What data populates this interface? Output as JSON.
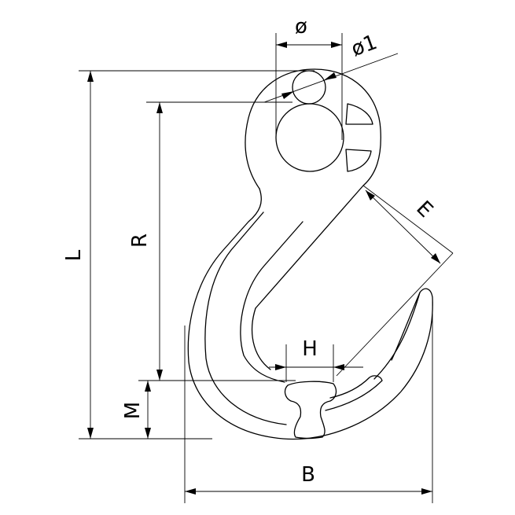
{
  "diagram": {
    "labels": {
      "diameter": "ø",
      "diameter1": "ø1",
      "length": "L",
      "radius": "R",
      "throat": "E",
      "hook_gap": "H",
      "bottom": "M",
      "width": "B"
    }
  }
}
